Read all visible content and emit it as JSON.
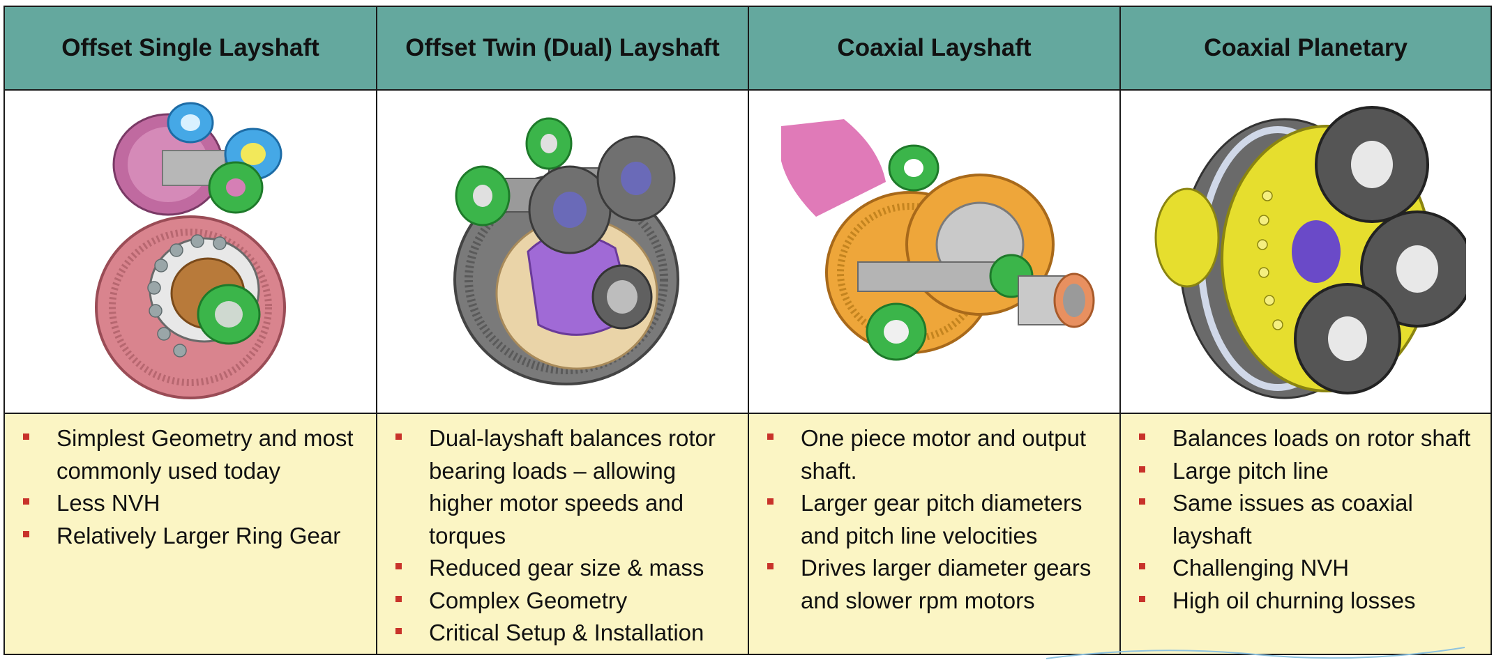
{
  "columns": [
    {
      "heading": "Offset Single Layshaft",
      "image_name": "offset-single-layshaft-gearbox-image",
      "bullets": [
        "Simplest Geometry and most commonly used today",
        "Less NVH",
        "Relatively Larger Ring Gear"
      ]
    },
    {
      "heading": "Offset Twin (Dual) Layshaft",
      "image_name": "offset-twin-layshaft-gearbox-image",
      "bullets": [
        "Dual-layshaft balances rotor bearing loads – allowing higher motor speeds and torques",
        "Reduced gear size & mass",
        "Complex Geometry",
        "Critical Setup & Installation"
      ]
    },
    {
      "heading": "Coaxial Layshaft",
      "image_name": "coaxial-layshaft-gearbox-image",
      "bullets": [
        "One piece motor and output shaft.",
        "Larger gear pitch diameters and pitch line velocities",
        "Drives larger diameter gears and slower rpm motors"
      ]
    },
    {
      "heading": "Coaxial Planetary",
      "image_name": "coaxial-planetary-gearbox-image",
      "bullets": [
        "Balances loads on rotor shaft",
        "Large pitch line",
        "Same issues as coaxial layshaft",
        "Challenging NVH",
        "High oil churning losses"
      ]
    }
  ],
  "colors": {
    "header_bg": "#64a89e",
    "body_bg": "#fbf5c4",
    "bullet": "#c8322a",
    "border": "#1a1a1a"
  }
}
